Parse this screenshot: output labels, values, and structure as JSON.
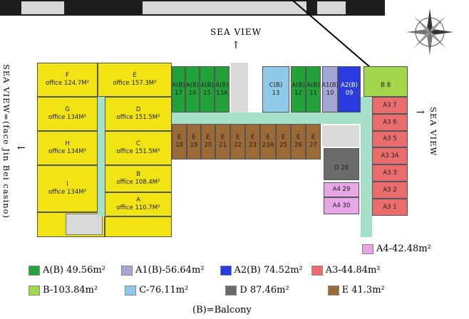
{
  "labels": {
    "sea_view_top": "SEA VIEW",
    "sea_view_left": "SEA VIEW=(face Jin Bei casino)",
    "sea_view_right": "SEA VIEW",
    "balcony_note": "(B)=Balcony"
  },
  "offices": [
    {
      "code": "F",
      "text": "office 124.7M²"
    },
    {
      "code": "E",
      "text": "office 157.3M²"
    },
    {
      "code": "G",
      "text": "office 134M²"
    },
    {
      "code": "D",
      "text": "office 151.5M²"
    },
    {
      "code": "H",
      "text": "office 134M²"
    },
    {
      "code": "C",
      "text": "office 151.5M²"
    },
    {
      "code": "I",
      "text": "office 134M²"
    },
    {
      "code": "B",
      "text": "office 108.4M²"
    },
    {
      "code": "A",
      "text": "office 110.7M²"
    }
  ],
  "top_units": [
    {
      "type": "A(B)",
      "num": "17"
    },
    {
      "type": "A(B)",
      "num": "16"
    },
    {
      "type": "A(B)",
      "num": "15"
    },
    {
      "type": "A(B)",
      "num": "13A"
    },
    {
      "type": "C(B)",
      "num": "13"
    },
    {
      "type": "A(B)",
      "num": "12"
    },
    {
      "type": "A(B)",
      "num": "11"
    },
    {
      "type": "A1(B)",
      "num": "10"
    },
    {
      "type": "A2(B)",
      "num": "09"
    },
    {
      "type": "B",
      "num": "8"
    }
  ],
  "middle_units": [
    {
      "type": "E",
      "num": "18"
    },
    {
      "type": "E",
      "num": "19"
    },
    {
      "type": "E",
      "num": "20"
    },
    {
      "type": "E",
      "num": "21"
    },
    {
      "type": "E",
      "num": "22"
    },
    {
      "type": "E",
      "num": "23"
    },
    {
      "type": "E",
      "num": "23A"
    },
    {
      "type": "E",
      "num": "25"
    },
    {
      "type": "E",
      "num": "26"
    },
    {
      "type": "E",
      "num": "27"
    }
  ],
  "right_units": [
    {
      "type": "A3",
      "num": "7"
    },
    {
      "type": "A3",
      "num": "6"
    },
    {
      "type": "A3",
      "num": "5"
    },
    {
      "type": "A3",
      "num": "3A"
    },
    {
      "type": "A3",
      "num": "3"
    },
    {
      "type": "A3",
      "num": "2"
    },
    {
      "type": "A3",
      "num": "1"
    }
  ],
  "d_unit": {
    "type": "D",
    "num": "28"
  },
  "pink_units": [
    {
      "type": "A4",
      "num": "29"
    },
    {
      "type": "A4",
      "num": "30"
    }
  ],
  "legend": [
    {
      "color": "#22a33a",
      "text": "A(B) 49.56m²"
    },
    {
      "color": "#a6a6d6",
      "text": "A1(B)-56.64m²"
    },
    {
      "color": "#2a3be0",
      "text": "A2(B) 74.52m²"
    },
    {
      "color": "#ea6c6c",
      "text": "A3-44.84m²"
    },
    {
      "color": "#a4d64b",
      "text": "B-103.84m²"
    },
    {
      "color": "#8fcbe8",
      "text": "C-76.11m²"
    },
    {
      "color": "#6b6b6b",
      "text": "D 87.46m²"
    },
    {
      "color": "#9c6a36",
      "text": "E 41.3m²"
    },
    {
      "color": "#e7a6e5",
      "text": "A4-42.48m²"
    }
  ],
  "compass": {
    "icon": "compass-rose-icon"
  }
}
